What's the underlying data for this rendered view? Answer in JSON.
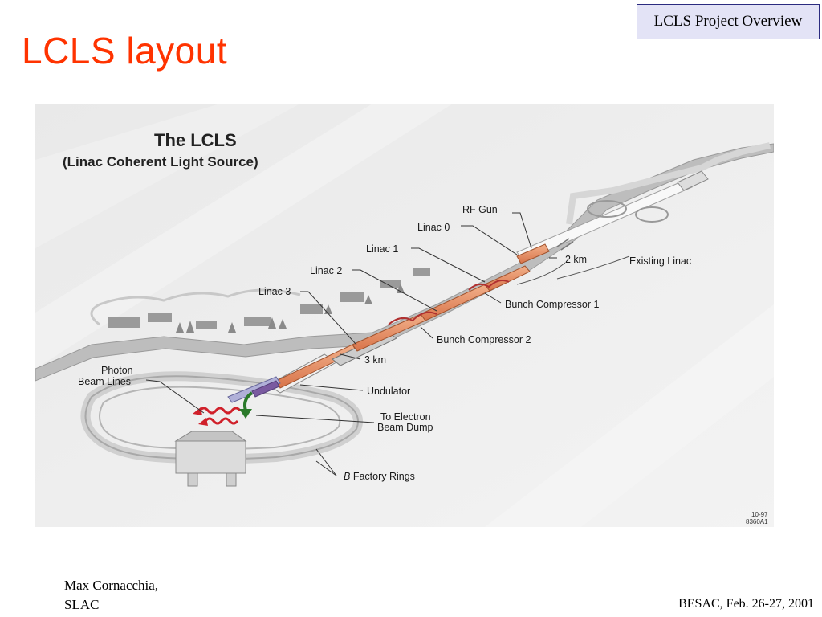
{
  "header": {
    "tag": "LCLS Project Overview",
    "title": "LCLS layout"
  },
  "figure": {
    "heading_line1": "The LCLS",
    "heading_line2": "(Linac Coherent Light Source)",
    "labels": {
      "rf_gun": "RF Gun",
      "linac0": "Linac 0",
      "linac1": "Linac 1",
      "linac2": "Linac 2",
      "linac3": "Linac 3",
      "photon_line1": "Photon",
      "photon_line2": "Beam Lines",
      "two_km": "2 km",
      "existing_linac": "Existing Linac",
      "bc1": "Bunch Compressor 1",
      "bc2": "Bunch Compressor 2",
      "three_km": "3 km",
      "undulator": "Undulator",
      "dump_line1": "To Electron",
      "dump_line2": "Beam Dump",
      "bfactory_b": "B",
      "bfactory_rest": " Factory Rings",
      "code_line1": "10-97",
      "code_line2": "8360A1"
    }
  },
  "footer": {
    "author_line1": "Max Cornacchia,",
    "author_line2": "SLAC",
    "event": "BESAC, Feb. 26-27, 2001"
  }
}
